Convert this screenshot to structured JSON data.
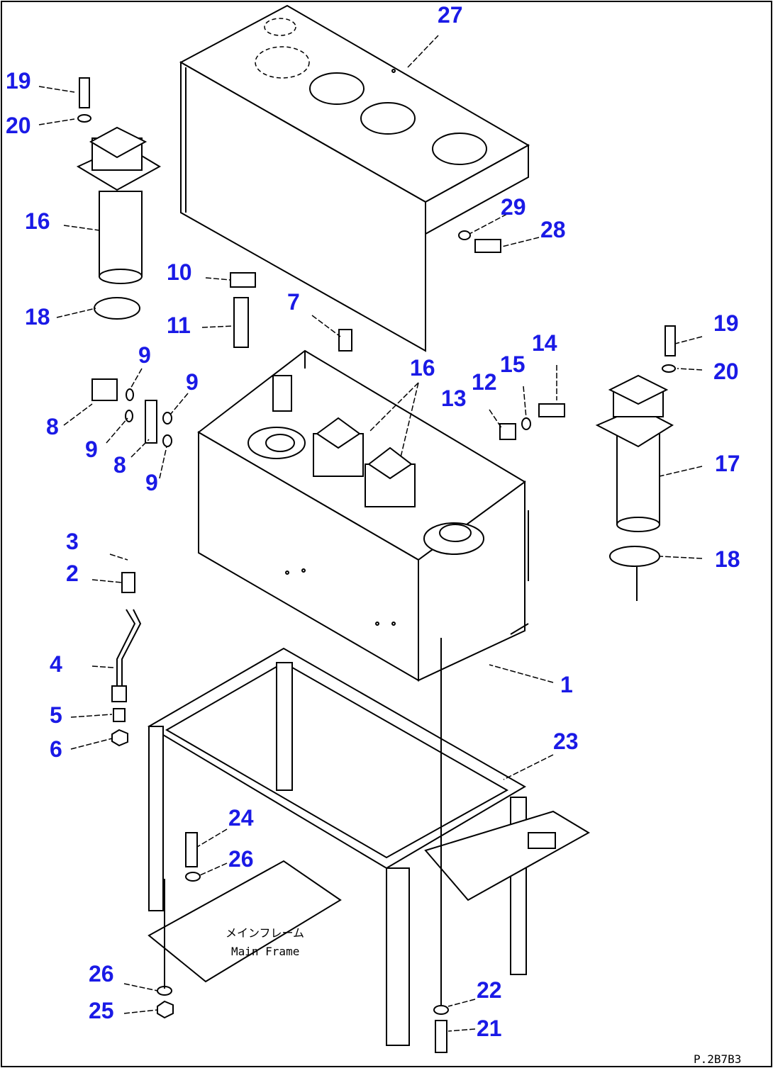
{
  "drawing_id": "P.2B7B3",
  "annotation_jp": "メインフレーム",
  "annotation_en": "Main Frame",
  "labels": [
    "27",
    "19",
    "20",
    "16",
    "29",
    "28",
    "10",
    "18",
    "11",
    "7",
    "19",
    "20",
    "9",
    "16",
    "14",
    "15",
    "12",
    "13",
    "9",
    "8",
    "9",
    "8",
    "9",
    "17",
    "3",
    "18",
    "2",
    "1",
    "4",
    "23",
    "5",
    "6",
    "24",
    "26",
    "22",
    "26",
    "25",
    "21"
  ]
}
